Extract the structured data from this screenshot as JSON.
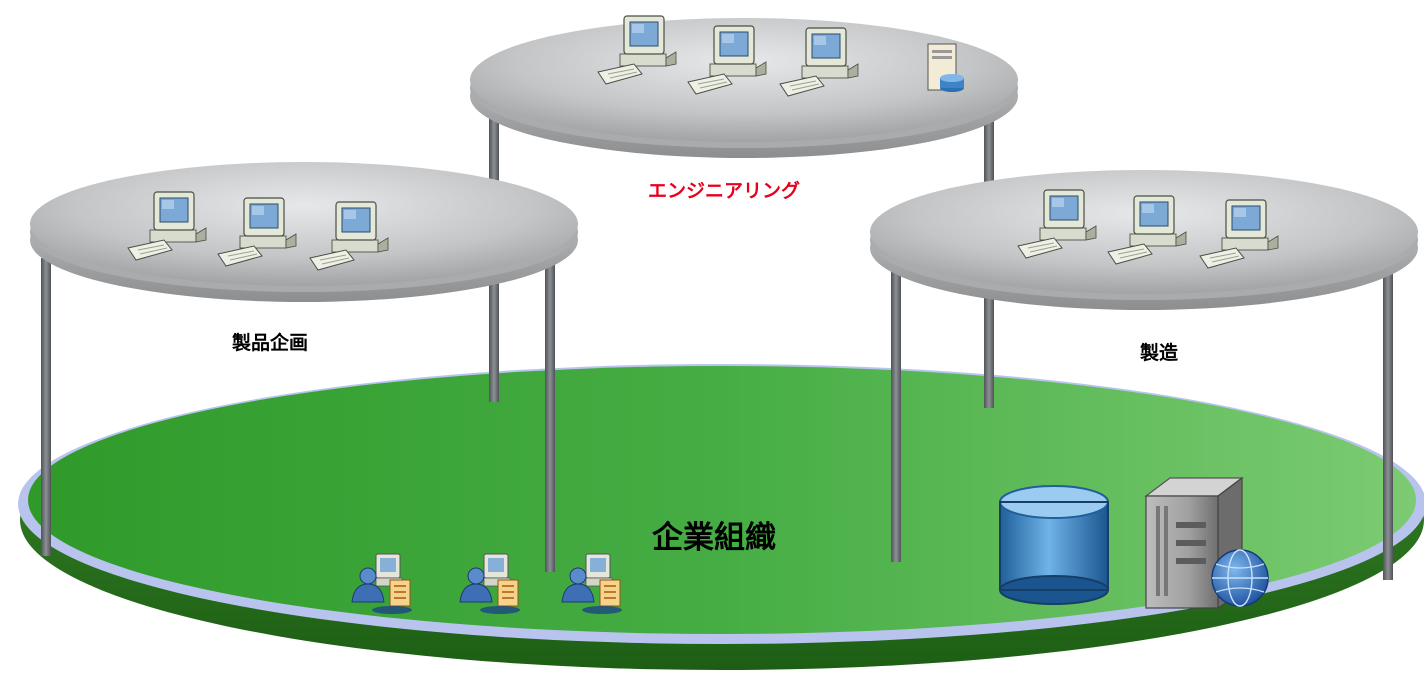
{
  "labels": {
    "engineering": "エンジニアリング",
    "product_planning": "製品企画",
    "manufacturing": "製造",
    "enterprise": "企業組織"
  },
  "colors": {
    "enterprise_platform": "#4cae4c",
    "enterprise_rim": "#2f7d1f",
    "enterprise_halo": "#b8c4ee",
    "department_platform": "#c4c6c8",
    "pillar": "#6b6f74",
    "engineering_label": "#e8001c",
    "database": "#2e7fc0",
    "server": "#8e8e8e"
  },
  "icons": {
    "workstation": "desktop-computer-icon",
    "file_server": "file-server-icon",
    "user_workstation": "user-with-computer-and-document-icon",
    "database": "database-cylinder-icon",
    "web_server": "web-server-with-globe-icon"
  }
}
